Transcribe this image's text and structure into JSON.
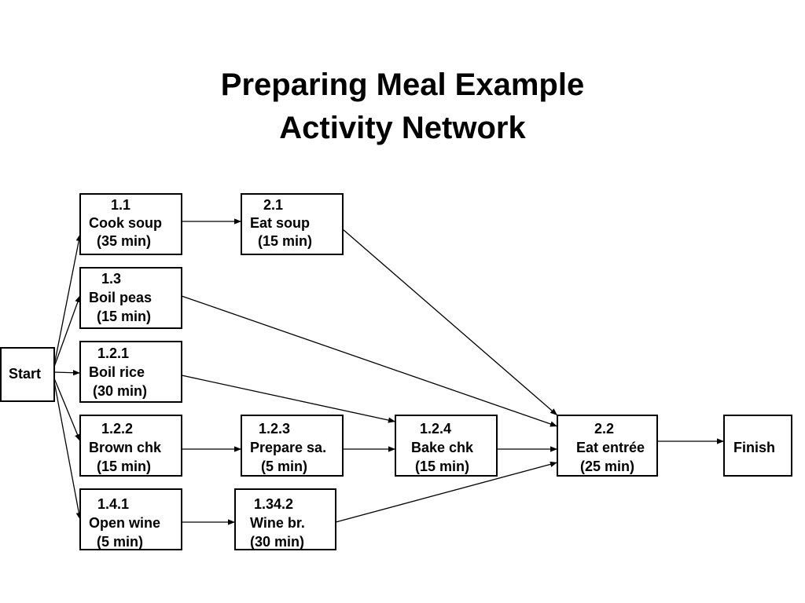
{
  "title": {
    "line1": "Preparing Meal Example",
    "line2": "Activity Network"
  },
  "nodes": {
    "start": {
      "label": "Start"
    },
    "finish": {
      "label": "Finish"
    },
    "n1_1": {
      "id": "1.1",
      "name": "Cook soup",
      "duration": "(35 min)"
    },
    "n2_1": {
      "id": "2.1",
      "name": "Eat soup",
      "duration": "(15 min)"
    },
    "n1_3": {
      "id": "1.3",
      "name": "Boil peas",
      "duration": "(15 min)"
    },
    "n1_2_1": {
      "id": "1.2.1",
      "name": "Boil rice",
      "duration": "(30 min)"
    },
    "n1_2_2": {
      "id": "1.2.2",
      "name": "Brown chk",
      "duration": "(15 min)"
    },
    "n1_2_3": {
      "id": "1.2.3",
      "name": "Prepare sa.",
      "duration": "(5 min)"
    },
    "n1_2_4": {
      "id": "1.2.4",
      "name": "Bake chk",
      "duration": "(15 min)"
    },
    "n2_2": {
      "id": "2.2",
      "name": "Eat entrée",
      "duration": "(25 min)"
    },
    "n1_4_1": {
      "id": "1.4.1",
      "name": "Open wine",
      "duration": "(5 min)"
    },
    "n1_34_2": {
      "id": "1.34.2",
      "name": "Wine br.",
      "duration": "(30 min)"
    }
  },
  "edges": [
    [
      "start",
      "n1_1"
    ],
    [
      "start",
      "n1_3"
    ],
    [
      "start",
      "n1_2_1"
    ],
    [
      "start",
      "n1_2_2"
    ],
    [
      "start",
      "n1_4_1"
    ],
    [
      "n1_1",
      "n2_1"
    ],
    [
      "n2_1",
      "n2_2"
    ],
    [
      "n1_3",
      "n2_2"
    ],
    [
      "n1_2_1",
      "n1_2_4"
    ],
    [
      "n1_2_2",
      "n1_2_3"
    ],
    [
      "n1_2_3",
      "n1_2_4"
    ],
    [
      "n1_2_4",
      "n2_2"
    ],
    [
      "n1_4_1",
      "n1_34_2"
    ],
    [
      "n1_34_2",
      "n2_2"
    ],
    [
      "n2_2",
      "finish"
    ]
  ]
}
